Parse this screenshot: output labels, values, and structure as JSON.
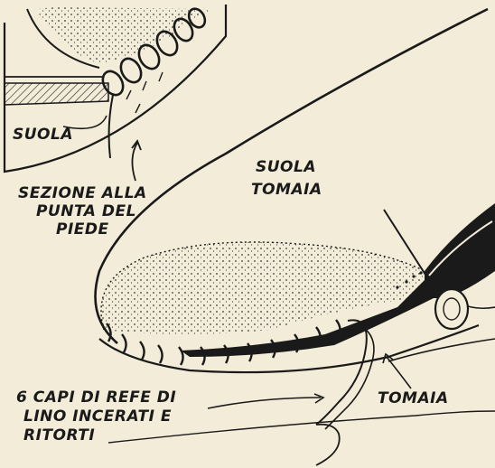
{
  "labels": {
    "suola_inset": "SUOLA",
    "sezione_1": "SEZIONE ALLA",
    "sezione_2": "PUNTA DEL",
    "sezione_3": "PIEDE",
    "suola_main": "SUOLA",
    "tomaia_main": "TOMAIA",
    "capi_1": "6 CAPI DI REFE DI",
    "capi_2": "LINO INCERATI E",
    "capi_3": "RITORTI",
    "tomaia_lower": "TOMAIA"
  },
  "colors": {
    "paper": "#f2ecd8",
    "ink": "#1a1a1a"
  }
}
